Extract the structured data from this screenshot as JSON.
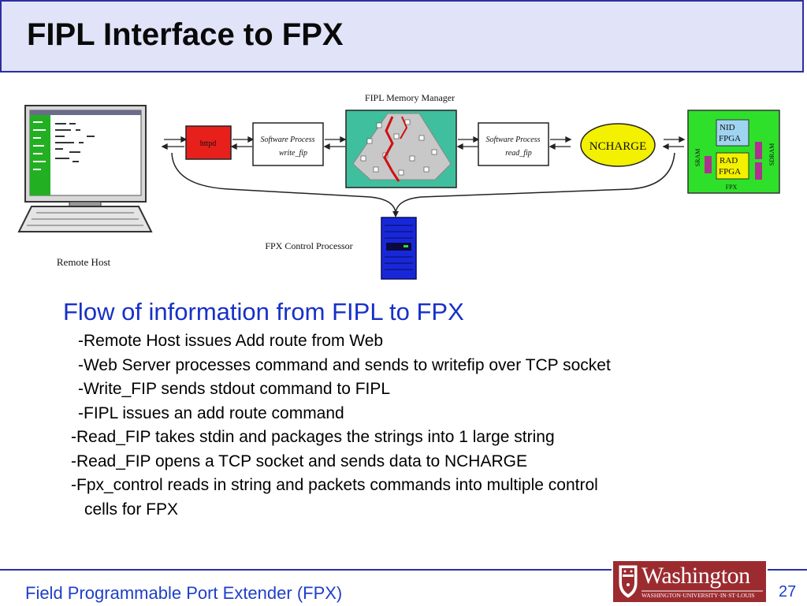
{
  "slide": {
    "title": "FIPL Interface to FPX",
    "footer": "Field Programmable Port Extender (FPX)",
    "page_number": "27"
  },
  "diagram": {
    "memory_manager_label": "FIPL Memory Manager",
    "remote_host_label": "Remote Host",
    "httpd_label": "httpd",
    "write_process_label_1": "Software Process",
    "write_process_label_2": "write_fip",
    "read_process_label_1": "Software Process",
    "read_process_label_2": "read_fip",
    "ncharge_label": "NCHARGE",
    "control_processor_label": "FPX Control Processor",
    "nid_label_1": "NID",
    "nid_label_2": "FPGA",
    "rad_label_1": "RAD",
    "rad_label_2": "FPGA",
    "sram_label": "SRAM",
    "sdram_label": "SDRAM",
    "fpx_label": "FPX"
  },
  "content": {
    "heading": "Flow of information from FIPL to FPX",
    "lines": [
      "-Remote Host issues Add route from Web",
      "-Web Server processes command and sends to writefip over TCP socket",
      "-Write_FIP sends stdout command to FIPL",
      "-FIPL issues an add route command",
      "-Read_FIP takes stdin and packages the strings into 1 large string",
      "-Read_FIP opens a TCP socket and sends data to NCHARGE",
      "-Fpx_control reads in string and packets commands into multiple control",
      "cells for FPX"
    ]
  },
  "logo": {
    "name": "Washington",
    "subtitle": "WASHINGTON·UNIVERSITY·IN·ST·LOUIS"
  },
  "colors": {
    "title_bg": "#e1e4f8",
    "accent_blue": "#2a2fa0",
    "heading_blue": "#1730c8",
    "logo_red": "#9c2b30"
  }
}
